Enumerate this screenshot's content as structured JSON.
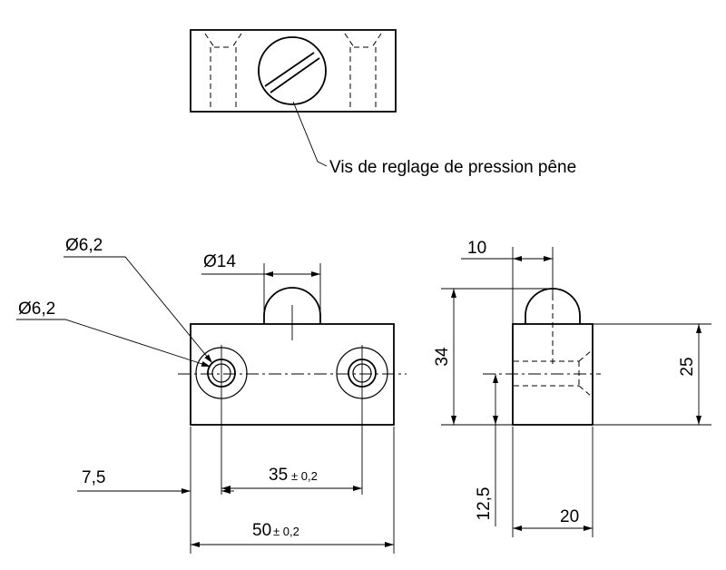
{
  "labels": {
    "screw_note": "Vis de reglage de pression pêne",
    "dia_hole_1": "Ø6,2",
    "dia_hole_2": "Ø6,2",
    "dia_boss": "Ø14",
    "dim_offset": "7,5",
    "dim_spacing": "35",
    "dim_spacing_tol": "± 0,2",
    "dim_length": "50",
    "dim_length_tol": "± 0,2",
    "dim_side_top": "10",
    "dim_height_total": "34",
    "dim_height_body": "25",
    "dim_hole_height": "12,5",
    "dim_depth": "20"
  }
}
